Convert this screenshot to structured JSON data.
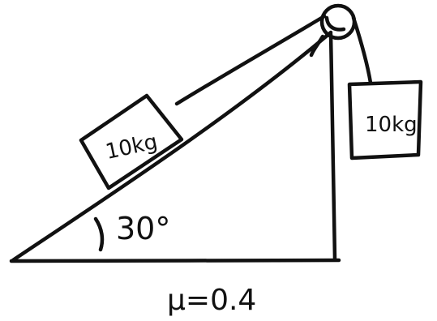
{
  "diagram": {
    "block_on_incline": {
      "label": "10kg"
    },
    "hanging_block": {
      "label": "10kg"
    },
    "angle": {
      "label": "30°"
    },
    "friction": {
      "label": "μ=0.4"
    }
  },
  "colors": {
    "ink": "#111111",
    "background": "#ffffff"
  }
}
